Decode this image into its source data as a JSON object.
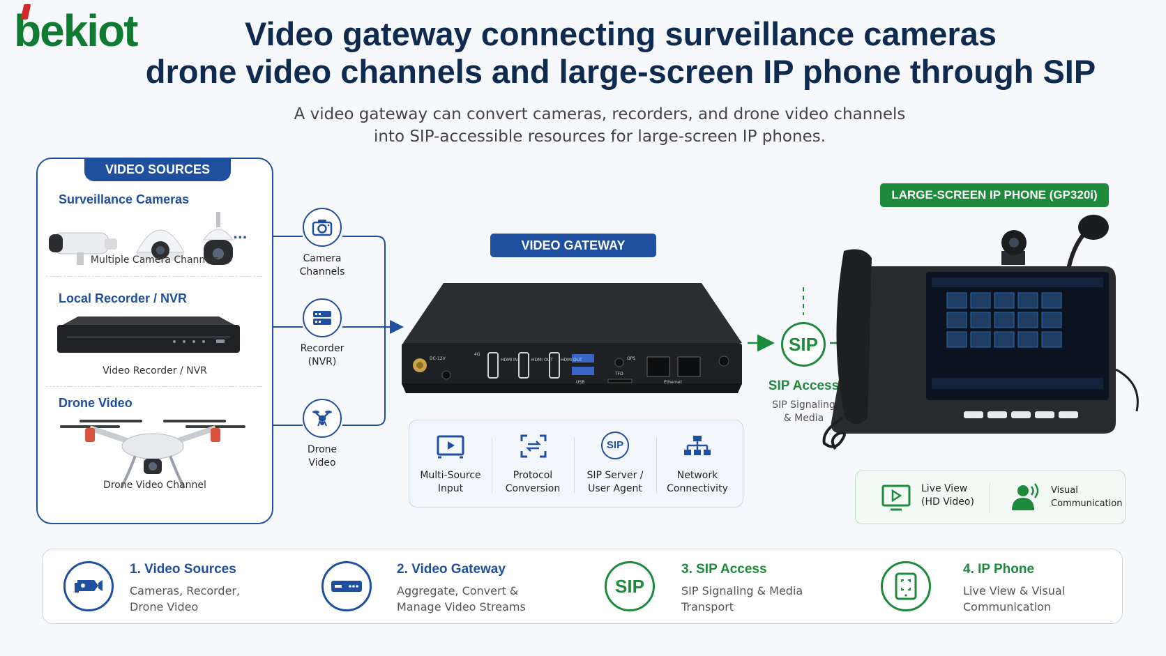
{
  "logo": {
    "text": "bekiot"
  },
  "title": {
    "line1": "Video gateway connecting surveillance cameras",
    "line2": "drone video channels and large-screen IP phone through SIP"
  },
  "subtitle": {
    "line1": "A video gateway can convert cameras, recorders, and drone video channels",
    "line2": "into SIP-accessible resources for large-screen IP phones."
  },
  "sources": {
    "header": "VIDEO SOURCES",
    "surveillance": {
      "title": "Surveillance Cameras",
      "caption": "Multiple Camera Channels",
      "more": "..."
    },
    "recorder": {
      "title": "Local Recorder / NVR",
      "caption": "Video Recorder / NVR"
    },
    "drone": {
      "title": "Drone Video",
      "caption": "Drone Video Channel"
    }
  },
  "channels": [
    {
      "line1": "Camera",
      "line2": "Channels"
    },
    {
      "line1": "Recorder",
      "line2": "(NVR)"
    },
    {
      "line1": "Drone",
      "line2": "Video"
    }
  ],
  "gateway": {
    "header": "VIDEO GATEWAY",
    "ports": [
      "DC-12V",
      "4G",
      "HDMI IN",
      "HDMI OUT",
      "HDMI OUT",
      "OPS",
      "TFD",
      "USB",
      "Ethernet"
    ],
    "features": [
      {
        "line1": "Multi-Source",
        "line2": "Input"
      },
      {
        "line1": "Protocol",
        "line2": "Conversion"
      },
      {
        "line1": "SIP Server /",
        "line2": "User Agent"
      },
      {
        "line1": "Network",
        "line2": "Connectivity"
      }
    ],
    "sip_icon_text": "SIP"
  },
  "sip": {
    "badge": "SIP",
    "title": "SIP Access",
    "line1": "SIP Signaling",
    "line2": "& Media"
  },
  "phone": {
    "header": "LARGE-SCREEN IP PHONE (GP320i)",
    "features": [
      {
        "line1": "Live View",
        "line2": "(HD Video)"
      },
      {
        "line1": "Visual",
        "line2": "Communication"
      }
    ]
  },
  "flow": [
    {
      "title": "1. Video Sources",
      "line1": "Cameras, Recorder,",
      "line2": "Drone Video"
    },
    {
      "title": "2. Video Gateway",
      "line1": "Aggregate, Convert &",
      "line2": "Manage Video Streams"
    },
    {
      "title": "3. SIP Access",
      "line1": "SIP Signaling & Media",
      "line2": "Transport",
      "badge": "SIP"
    },
    {
      "title": "4. IP Phone",
      "line1": "Live View & Visual",
      "line2": "Communication"
    }
  ],
  "colors": {
    "blue": "#1f4f9f",
    "green": "#1d8a3c",
    "navy": "#0f2a4f",
    "logo_green": "#0f7a31",
    "logo_red": "#d12a2a"
  }
}
